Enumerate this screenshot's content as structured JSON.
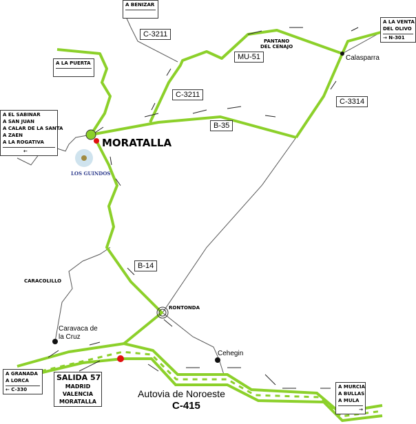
{
  "colors": {
    "road": "#8cd02a",
    "thin": "#555555",
    "town": "#e01010",
    "black": "#111111"
  },
  "signs": {
    "benizar": [
      "A BENIZAR"
    ],
    "puerta": [
      "A LA PUERTA"
    ],
    "venta": [
      "A LA VENTA",
      "DEL OLIVO"
    ],
    "venta_arrow": "→ N-301",
    "sabinar": [
      "A EL SABINAR",
      "A SAN JUAN",
      "A CALAR DE LA SANTA",
      "A ZAEN",
      "A LA ROGATIVA"
    ],
    "sabinar_arrow": "←",
    "granada": [
      "A GRANADA",
      "A LORCA"
    ],
    "granada_arrow": "← C-330",
    "murcia": [
      "A MURCIA",
      "A BULLAS",
      "A MULA"
    ],
    "murcia_arrow": "→",
    "salida": {
      "title": "SALIDA 57",
      "lines": [
        "MADRID",
        "VALENCIA",
        "MORATALLA"
      ]
    }
  },
  "roads": {
    "c3211a": "C-3211",
    "c3211b": "C-3211",
    "mu51": "MU-51",
    "b35": "B-35",
    "c3314": "C-3314",
    "b14": "B-14"
  },
  "places": {
    "moratalla": "MORATALLA",
    "calasparra": "Calasparra",
    "pantano": [
      "PANTANO",
      "DEL CENAJO"
    ],
    "guindos": "LOS GUINDOS",
    "caracolillo": "CARACOLILLO",
    "rontonda": "RONTONDA",
    "caravaca": [
      "Caravaca de",
      "la Cruz"
    ],
    "cehegin": "Cehegin"
  },
  "highway": {
    "name": "Autovia de Noroeste",
    "code": "C-415"
  }
}
